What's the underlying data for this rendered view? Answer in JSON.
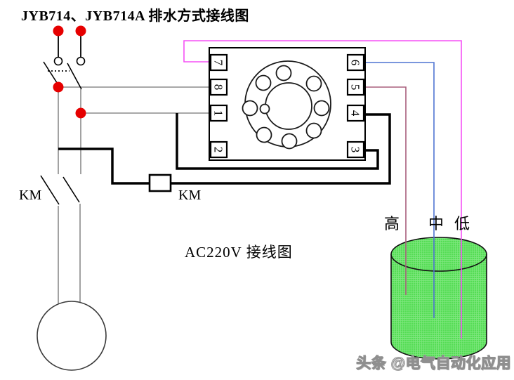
{
  "page": {
    "title": "JYB714、JYB714A 排水方式接线图",
    "caption": "AC220V 接线图",
    "watermark": "头条 @电气自动化应用"
  },
  "relay": {
    "left_terminals": [
      "7",
      "8",
      "1",
      "2"
    ],
    "right_terminals": [
      "6",
      "5",
      "4",
      "3"
    ]
  },
  "contactor": {
    "contact_label": "KM",
    "coil_label": "KM"
  },
  "tank": {
    "electrode_labels": [
      "高",
      "中",
      "低"
    ]
  },
  "colors": {
    "wire_magenta": "#f551f5",
    "wire_blue": "#4f74d2",
    "wire_rose": "#a85f7d",
    "wire_gray": "#8b8b8b",
    "dot_red": "#e60000",
    "tank_green": "#55dd55",
    "tank_grid": "#82e882"
  }
}
